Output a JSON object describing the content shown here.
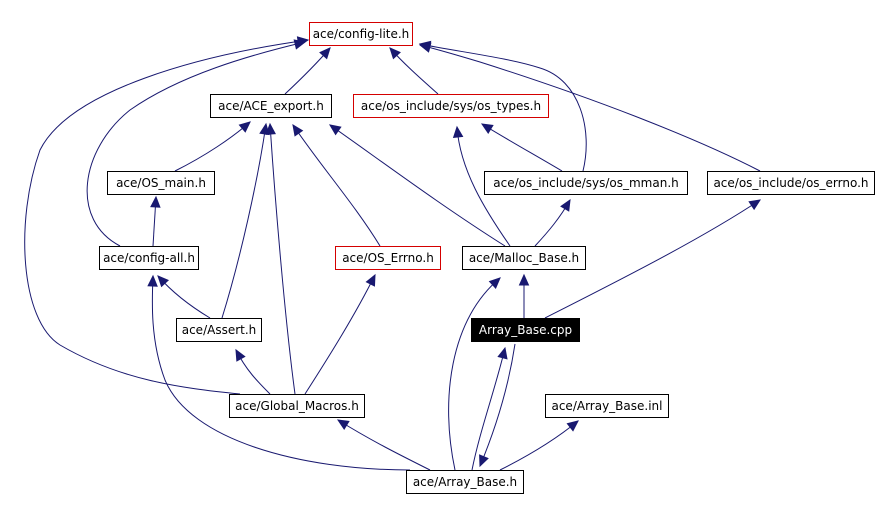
{
  "colors": {
    "edge": "#191970",
    "node_border": "#000000",
    "undocumented_border": "#d40000",
    "focus_fill": "#000000",
    "focus_text": "#ffffff"
  },
  "nodes": {
    "config_lite": "ace/config-lite.h",
    "ace_export": "ace/ACE_export.h",
    "os_types": "ace/os_include/sys/os_types.h",
    "os_main": "ace/OS_main.h",
    "os_mman": "ace/os_include/sys/os_mman.h",
    "os_errno_inc": "ace/os_include/os_errno.h",
    "config_all": "ace/config-all.h",
    "os_errno": "ace/OS_Errno.h",
    "malloc_base": "ace/Malloc_Base.h",
    "assert": "ace/Assert.h",
    "array_base_cpp": "Array_Base.cpp",
    "global_macros": "ace/Global_Macros.h",
    "array_base_inl": "ace/Array_Base.inl",
    "array_base_h": "ace/Array_Base.h"
  }
}
